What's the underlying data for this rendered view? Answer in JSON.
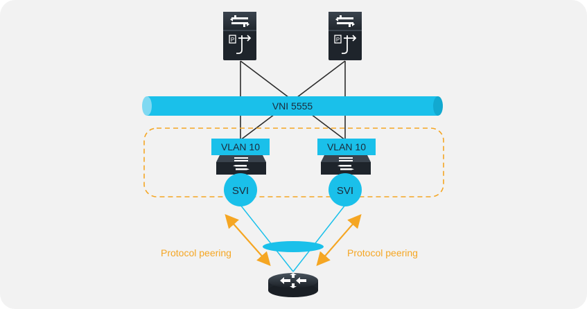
{
  "diagram": {
    "vni": {
      "label": "VNI 5555",
      "color": "#1ac0ea"
    },
    "vlans": [
      {
        "label": "VLAN 10"
      },
      {
        "label": "VLAN 10"
      }
    ],
    "svis": [
      {
        "label": "SVI"
      },
      {
        "label": "SVI"
      }
    ],
    "peerings": [
      {
        "label": "Protocol peering"
      },
      {
        "label": "Protocol peering"
      }
    ],
    "colors": {
      "accent": "#1ac0ea",
      "peering": "#f5a623",
      "device": "#1e242b",
      "panel": "#f2f2f2"
    },
    "icons": {
      "spine": "spine-switch-icon",
      "leaf": "leaf-switch-icon",
      "router": "router-icon"
    }
  }
}
